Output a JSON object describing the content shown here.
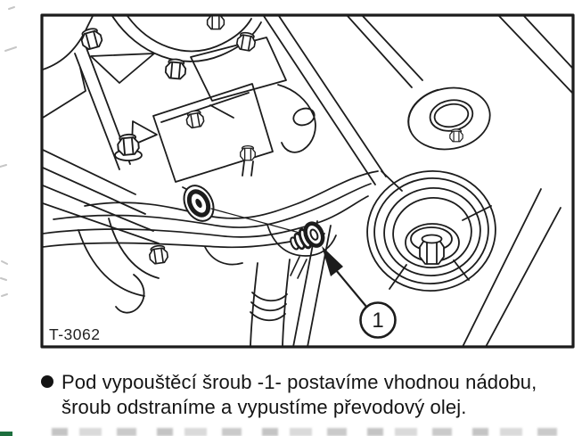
{
  "figure": {
    "reference_label": "T-3062",
    "callout_number": "1"
  },
  "caption": {
    "bullet_glyph": "●",
    "line1": "Pod vypouštěcí šroub -1- postavíme vhodnou nádobu,",
    "line2": "šroub odstraníme a vypustíme převodový olej."
  },
  "colors": {
    "ink": "#1c1c1c",
    "paper": "#ffffff",
    "frame": "#1c1c1c",
    "corner_mark": "#1d6f3e",
    "ghost_text": "#969696"
  }
}
